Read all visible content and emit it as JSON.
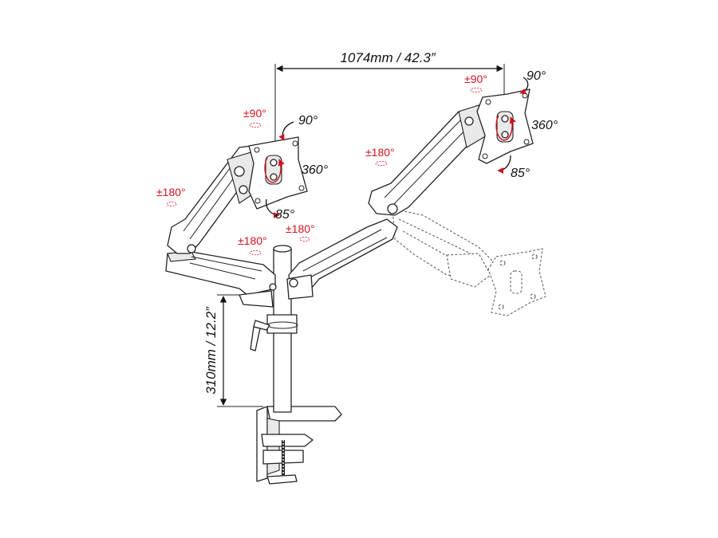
{
  "dimensions": {
    "width_label": "1074mm / 42.3”",
    "height_label": "310mm / 12.2”"
  },
  "annotations": {
    "left_head_tilt": "±90°",
    "left_head_swivel": "90°",
    "left_head_rotation": "360°",
    "left_head_down": "85°",
    "left_arm_joint": "±180°",
    "left_base_joint": "±180°",
    "right_base_joint": "±180°",
    "right_arm_joint": "±180°",
    "right_head_tilt": "±90°",
    "right_head_swivel": "90°",
    "right_head_rotation": "360°",
    "right_head_down": "85°"
  },
  "colors": {
    "accent_red": "#d0121b",
    "line": "#222222"
  }
}
